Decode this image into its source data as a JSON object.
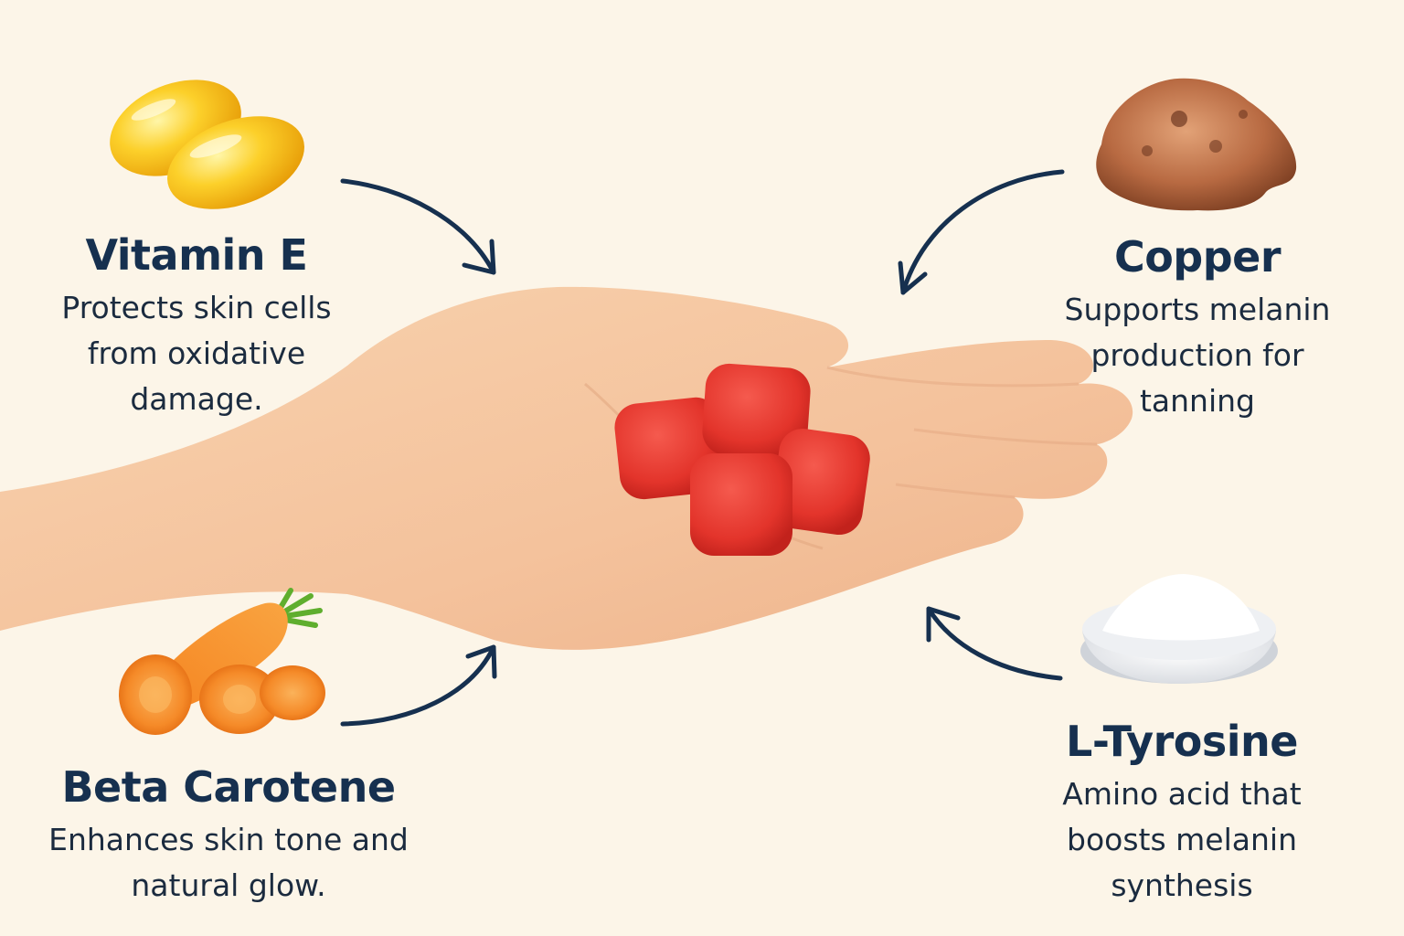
{
  "ingredients": [
    {
      "id": "vitamin-e",
      "name": "Vitamin E",
      "description": "Protects skin cells from oxidative damage.",
      "icon": "softgel-capsules-icon"
    },
    {
      "id": "copper",
      "name": "Copper",
      "description": "Supports melanin production for tanning",
      "icon": "copper-nugget-icon"
    },
    {
      "id": "beta-carotene",
      "name": "Beta Carotene",
      "description": "Enhances skin tone and natural glow.",
      "icon": "carrot-icon"
    },
    {
      "id": "l-tyrosine",
      "name": "L-Tyrosine",
      "description": "Amino acid that boosts melanin synthesis",
      "icon": "powder-dish-icon"
    }
  ],
  "center": {
    "icon": "hand-with-gummies-icon",
    "gummy_count": 4
  },
  "colors": {
    "background": "#fcf5e8",
    "text": "#16304f",
    "arrow": "#16304f",
    "gummy": "#e8352e",
    "skin": "#f6c9a4"
  }
}
